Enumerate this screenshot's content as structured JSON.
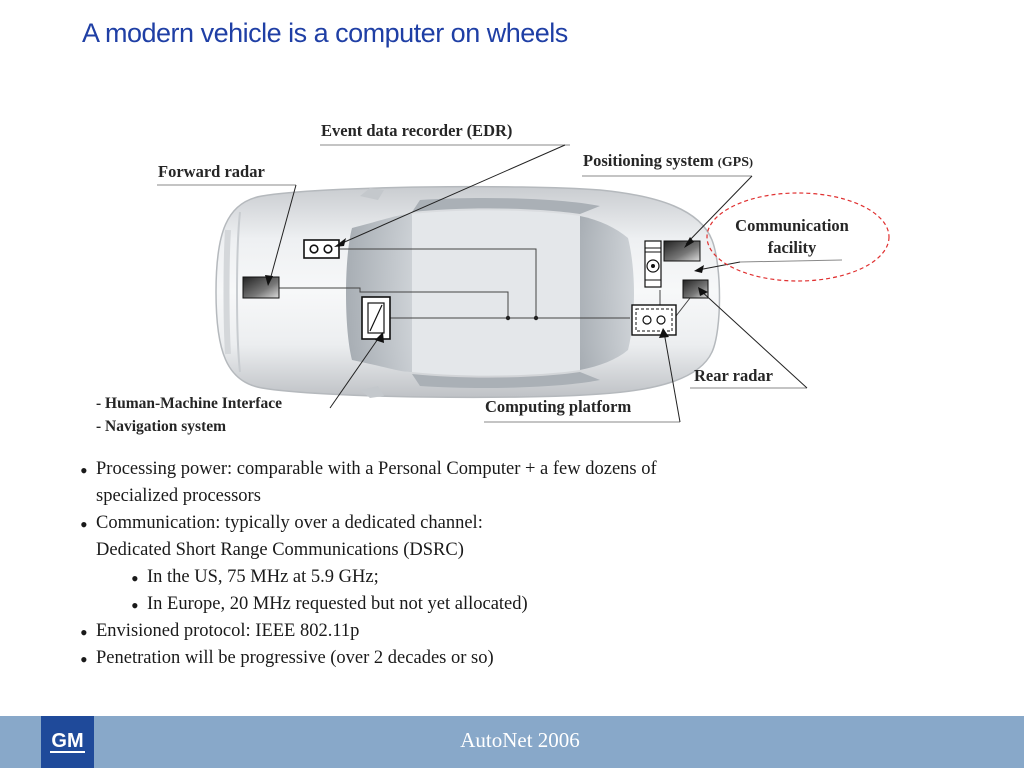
{
  "slide": {
    "title": "A modern vehicle is a computer on wheels"
  },
  "diagram": {
    "labels": {
      "edr": "Event data recorder (EDR)",
      "gps_main": "Positioning system",
      "gps_open": "(",
      "gps_abbr": "GPS",
      "gps_close": ")",
      "forward_radar": "Forward radar",
      "comm_line1": "Communication",
      "comm_line2": "facility",
      "rear_radar": "Rear radar",
      "computing": "Computing platform",
      "hmi": "- Human-Machine Interface",
      "nav": "- Navigation system"
    }
  },
  "bullets": [
    {
      "line1": "Processing power: comparable with a Personal Computer + a few dozens of",
      "line2": "specialized processors"
    },
    {
      "line1": "Communication: typically over a dedicated channel:",
      "line2": "Dedicated Short Range Communications (DSRC)"
    },
    {
      "text": "In the US, 75 MHz at 5.9 GHz;"
    },
    {
      "text": "In Europe, 20 MHz requested but not yet allocated)"
    },
    {
      "text": "Envisioned protocol: IEEE 802.11p"
    },
    {
      "text": "Penetration will be progressive (over 2 decades or so)"
    }
  ],
  "footer": {
    "logo": "GM",
    "text": "AutoNet 2006"
  },
  "colors": {
    "title": "#1f3fa5",
    "footer_band": "#88a8c9",
    "logo_bg": "#1f4a9a",
    "highlight_ellipse": "#e03030"
  }
}
